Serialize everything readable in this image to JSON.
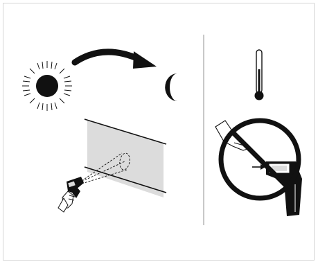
{
  "illustration": {
    "panels": [
      {
        "id": "left",
        "subjects": [
          "sun-icon",
          "curved-arrow-icon",
          "moon-icon",
          "wall-surface",
          "thermometer-gun-icon",
          "hand-icon"
        ]
      },
      {
        "id": "right",
        "subjects": [
          "thermometer-icon",
          "prohibition-icon",
          "finger-icon",
          "sensor-lens",
          "thermometer-gun-icon"
        ]
      }
    ],
    "colors": {
      "ink": "#111111",
      "surface": "#dcdcdc",
      "divider": "#c8c8c8",
      "frame": "#d4d4d4"
    }
  }
}
